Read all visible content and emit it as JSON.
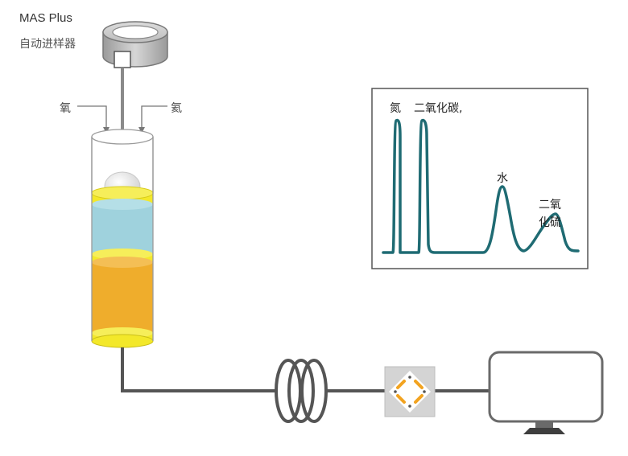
{
  "instrument": {
    "name": "MAS Plus",
    "sampler": "自动进样器"
  },
  "gases": {
    "left": "氧",
    "right": "氦"
  },
  "chromatogram": {
    "peaks": {
      "n2": "氮",
      "co2": "二氧化碳,",
      "h2o": "水",
      "so2_line1": "二氧",
      "so2_line2": "化硫"
    }
  },
  "colors": {
    "trace": "#1f6b73",
    "yellow_band": "#f3e82a",
    "blue_layer": "#9fd2dd",
    "orange_layer": "#efad2c",
    "tubing": "#555555"
  }
}
